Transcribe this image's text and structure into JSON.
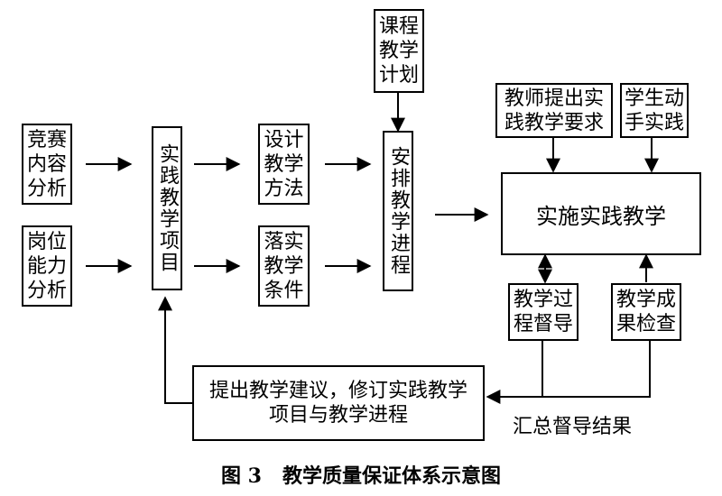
{
  "nodes": {
    "competition": "竞赛\n内容\n分析",
    "position": "岗位\n能力\n分析",
    "project": "实践教学项目",
    "design": "设计\n教学\n方法",
    "implement_conditions": "落实\n教学\n条件",
    "curriculum": "课程\n教学\n计划",
    "arrange": "安排教学进程",
    "teacher_req": "教师提出实\n践教学要求",
    "student_practice": "学生动\n手实践",
    "main": "实施实践教学",
    "supervision": "教学过\n程督导",
    "results_check": "教学成\n果检查",
    "feedback": "提出教学建议，修订实践教学\n项目与教学进程"
  },
  "edge_label": "汇总督导结果",
  "caption": "图 3   教学质量保证体系示意图"
}
